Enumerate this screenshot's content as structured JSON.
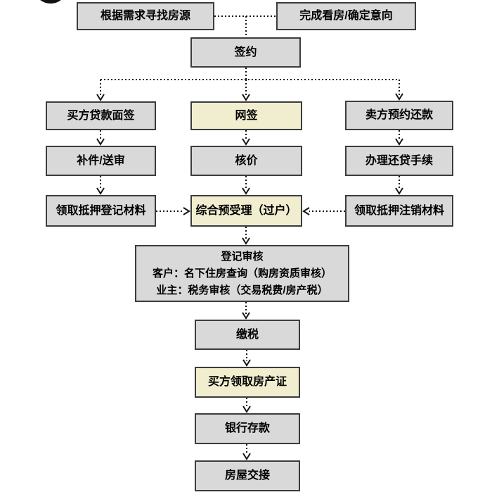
{
  "diagram": {
    "title_hint": "二手房交易流程图",
    "colors": {
      "box_gray": "#d9d9d9",
      "box_highlight": "#f1eed0",
      "border": "#3c3c3c",
      "connector": "#141414",
      "background": "#ffffff"
    },
    "nodes": {
      "find_listing": "根据需求寻找房源",
      "confirm_intent": "完成看房/确定意向",
      "sign_contract": "签约",
      "buyer_loan_interview": "买方贷款面签",
      "online_signing": "网签",
      "seller_repay_appointment": "卖方预约还款",
      "supplement_review": "补件/送审",
      "price_verification": "核价",
      "loan_repayment_process": "办理还贷手续",
      "mortgage_registration_materials": "领取抵押登记材料",
      "comprehensive_acceptance": "综合预受理（过户）",
      "mortgage_cancellation_materials": "领取抵押注销材料",
      "registration_review": {
        "title": "登记审核",
        "line1": "客户：名下住房查询（购房资质审核）",
        "line2": "业主：税务审核（交易税费/房产税）"
      },
      "pay_tax": "缴税",
      "buyer_get_certificate": "买方领取房产证",
      "bank_deposit": "银行存款",
      "house_handover": "房屋交接"
    }
  }
}
